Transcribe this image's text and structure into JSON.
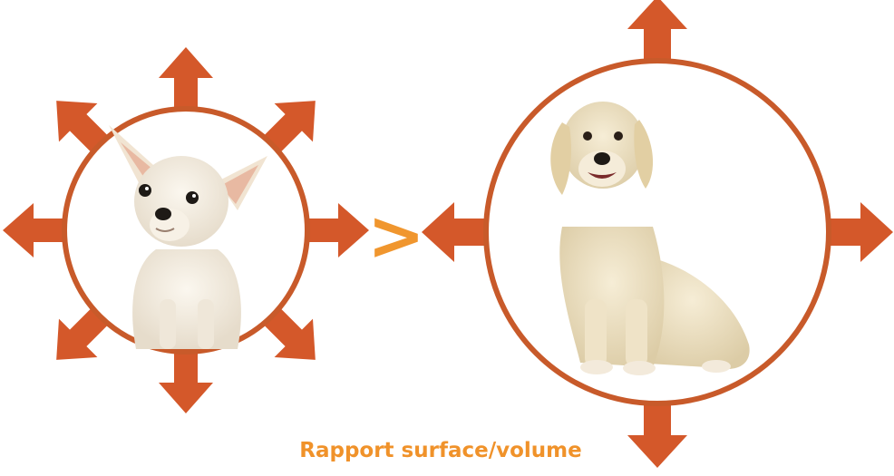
{
  "comparison": {
    "symbol": ">"
  },
  "caption": "Rapport surface/volume",
  "colors": {
    "arrow": "#d4582a",
    "ring": "#c85a2a",
    "symbol": "#f0962e",
    "caption": "#f0922a"
  },
  "figures": [
    {
      "subject": "chihuahua",
      "arrow_count": 8
    },
    {
      "subject": "golden-retriever",
      "arrow_count": 4
    }
  ]
}
